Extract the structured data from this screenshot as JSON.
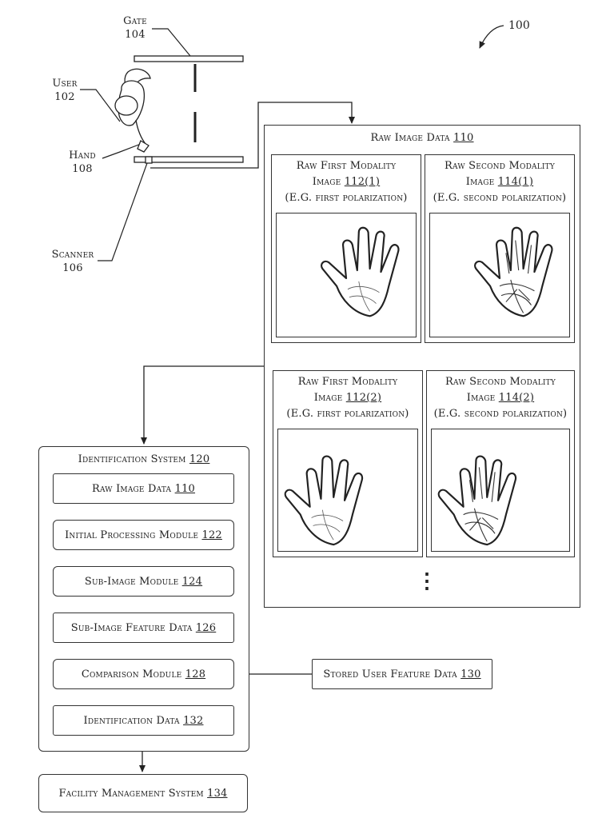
{
  "figure_number": "100",
  "scene": {
    "gate": {
      "label": "Gate",
      "ref": "104"
    },
    "user": {
      "label": "User",
      "ref": "102"
    },
    "hand": {
      "label": "Hand",
      "ref": "108"
    },
    "scanner": {
      "label": "Scanner",
      "ref": "106"
    }
  },
  "raw_image_data": {
    "title": "Raw Image Data",
    "ref": "110",
    "panels": [
      {
        "line1": "Raw First Modality",
        "line2_prefix": "Image ",
        "ref": "112(1)",
        "line3": "(E.G. first polarization)"
      },
      {
        "line1": "Raw Second Modality",
        "line2_prefix": "Image ",
        "ref": "114(1)",
        "line3": "(E.G. second polarization)"
      },
      {
        "line1": "Raw First Modality",
        "line2_prefix": "Image ",
        "ref": "112(2)",
        "line3": "(E.G. first polarization)"
      },
      {
        "line1": "Raw Second Modality",
        "line2_prefix": "Image ",
        "ref": "114(2)",
        "line3": "(E.G. second polarization)"
      }
    ],
    "ellipsis": "⋮"
  },
  "identification_system": {
    "title": "Identification System",
    "ref": "120",
    "modules": [
      {
        "label": "Raw Image Data",
        "ref": "110"
      },
      {
        "label": "Initial Processing Module",
        "ref": "122"
      },
      {
        "label": "Sub-Image Module",
        "ref": "124"
      },
      {
        "label": "Sub-Image Feature Data",
        "ref": "126"
      },
      {
        "label": "Comparison Module",
        "ref": "128"
      },
      {
        "label": "Identification Data",
        "ref": "132"
      }
    ]
  },
  "stored_user_feature_data": {
    "label": "Stored User Feature Data",
    "ref": "130"
  },
  "facility_management_system": {
    "label": "Facility Management System",
    "ref": "134"
  }
}
